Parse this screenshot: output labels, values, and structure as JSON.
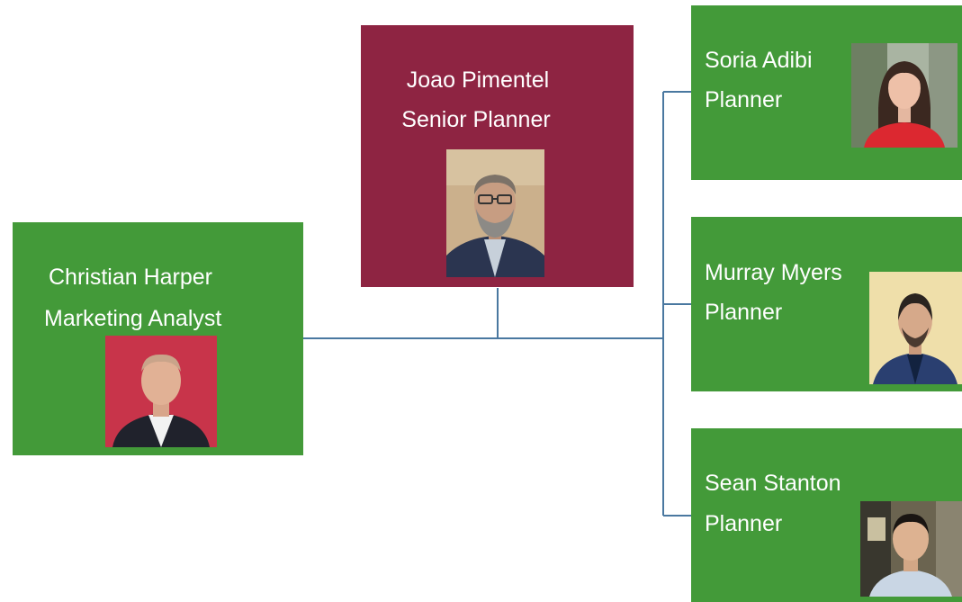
{
  "people": {
    "manager": {
      "name": "Joao Pimentel",
      "title": "Senior Planner",
      "photo_icon": "person-photo-icon"
    },
    "analyst": {
      "name": "Christian Harper",
      "title": "Marketing Analyst",
      "photo_icon": "person-photo-icon"
    },
    "planner_1": {
      "name": "Soria Adibi",
      "title": "Planner",
      "photo_icon": "person-photo-icon"
    },
    "planner_2": {
      "name": "Murray Myers",
      "title": "Planner",
      "photo_icon": "person-photo-icon"
    },
    "planner_3": {
      "name": "Sean Stanton",
      "title": "Planner",
      "photo_icon": "person-photo-icon"
    }
  },
  "colors": {
    "green_box": "#439a39",
    "maroon_box": "#8e2442",
    "connector": "#4a78a0",
    "text": "#ffffff"
  }
}
